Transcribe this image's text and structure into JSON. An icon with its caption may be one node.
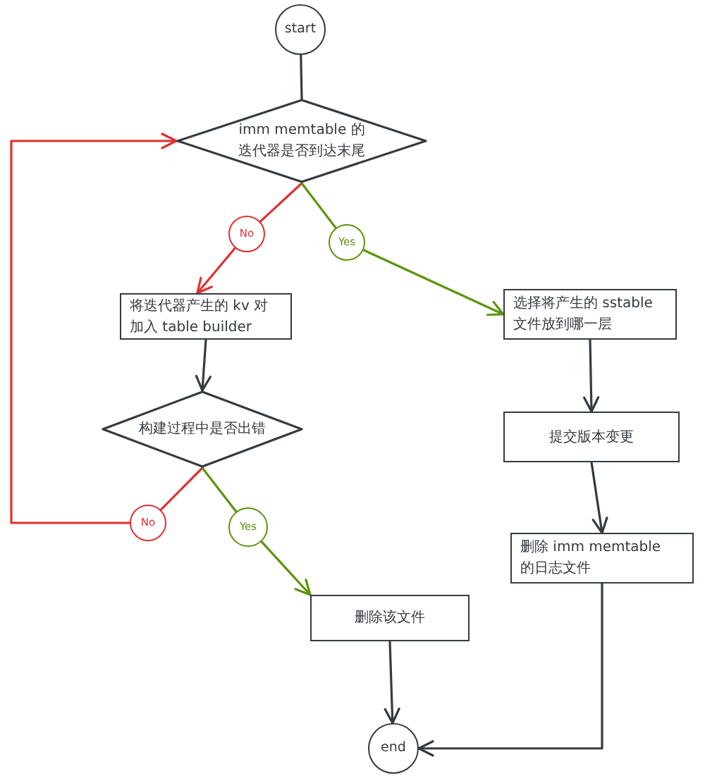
{
  "diagram": {
    "nodes": [
      {
        "text": [
          "start"
        ]
      },
      {
        "text": [
          "imm memtable 的迭代器是否到达末尾"
        ]
      },
      {
        "text": [
          "No"
        ]
      },
      {
        "text": [
          "Yes"
        ]
      },
      {
        "text": [
          "将迭代器产生的 kv 对加入 table builder"
        ]
      },
      {
        "text": [
          "选择将产生的 sstable 文件放到哪一层"
        ]
      },
      {
        "text": [
          "构建过程中是否出错"
        ]
      },
      {
        "text": [
          "提交版本变更"
        ]
      },
      {
        "text": [
          "No"
        ]
      },
      {
        "text": [
          "Yes"
        ]
      },
      {
        "text": [
          "删除 imm memtable 的日志文件"
        ]
      },
      {
        "text": [
          "删除该文件"
        ]
      },
      {
        "text": [
          "end"
        ]
      }
    ],
    "edges": [
      {
        "from": 0,
        "to": 1,
        "arrow": "none"
      },
      {
        "from": 1,
        "to": 2,
        "arrow": "none",
        "color": "#e03131"
      },
      {
        "from": 2,
        "to": 4,
        "arrow": "to",
        "color": "#e03131"
      },
      {
        "from": 1,
        "to": 3,
        "arrow": "none",
        "color": "#5c940d"
      },
      {
        "from": 3,
        "to": 5,
        "arrow": "to",
        "color": "#5c940d"
      },
      {
        "from": 4,
        "to": 6,
        "arrow": "to"
      },
      {
        "from": 6,
        "to": 8,
        "arrow": "none",
        "color": "#e03131"
      },
      {
        "from": 8,
        "to": 1,
        "arrow": "to",
        "color": "#e03131"
      },
      {
        "from": 6,
        "to": 9,
        "arrow": "none",
        "color": "#5c940d"
      },
      {
        "from": 9,
        "to": 11,
        "arrow": "to",
        "color": "#5c940d"
      },
      {
        "from": 11,
        "to": 12,
        "arrow": "to"
      },
      {
        "from": 5,
        "to": 7,
        "arrow": "to"
      },
      {
        "from": 7,
        "to": 10,
        "arrow": "to"
      },
      {
        "from": 10,
        "to": 12,
        "arrow": "to"
      }
    ]
  }
}
